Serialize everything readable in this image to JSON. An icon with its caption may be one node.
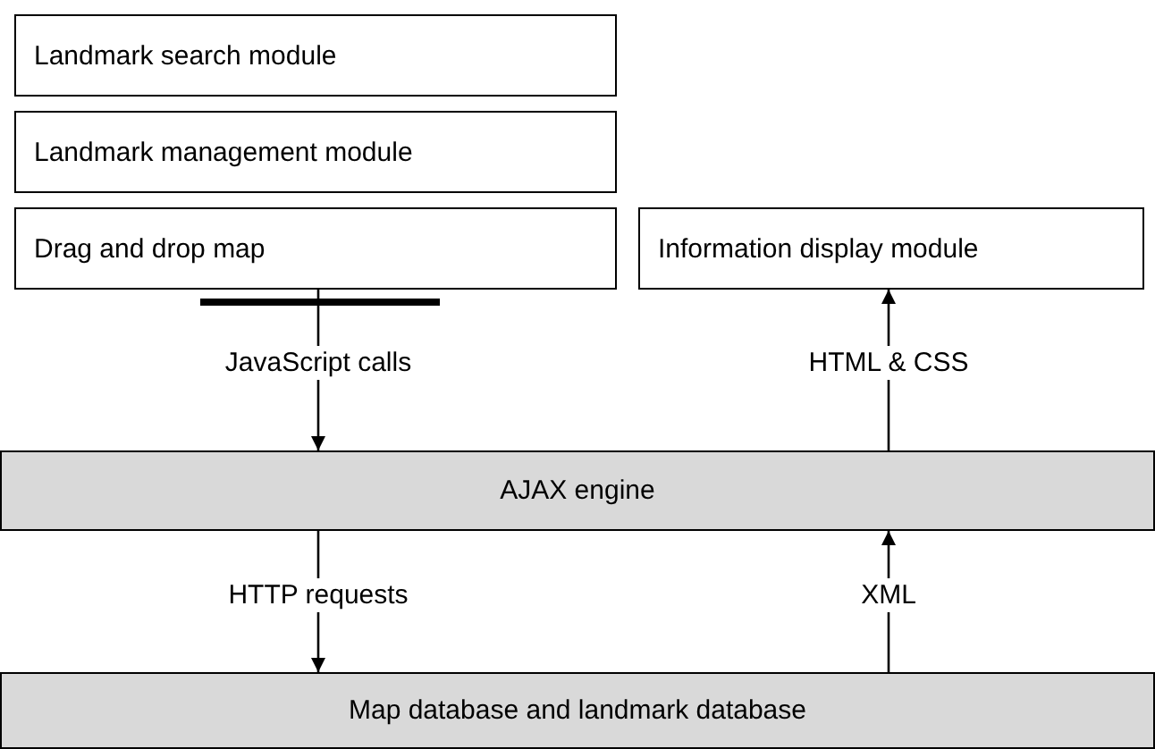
{
  "diagram": {
    "nodes": [
      {
        "text": [
          "Landmark search module"
        ]
      },
      {
        "text": [
          "Landmark management module"
        ]
      },
      {
        "text": [
          "Drag and drop map"
        ]
      },
      {
        "text": [
          "Information display module"
        ]
      },
      {
        "text": [
          "AJAX engine"
        ]
      },
      {
        "text": [
          "Map database and landmark database"
        ]
      }
    ],
    "edges": [
      {
        "from": 2,
        "to": 4,
        "arrow": "to",
        "label": "JavaScript calls"
      },
      {
        "from": 4,
        "to": 3,
        "arrow": "to",
        "label": "HTML & CSS"
      },
      {
        "from": 4,
        "to": 5,
        "arrow": "to",
        "label": "HTTP requests"
      },
      {
        "from": 5,
        "to": 4,
        "arrow": "to",
        "label": "XML"
      }
    ]
  }
}
